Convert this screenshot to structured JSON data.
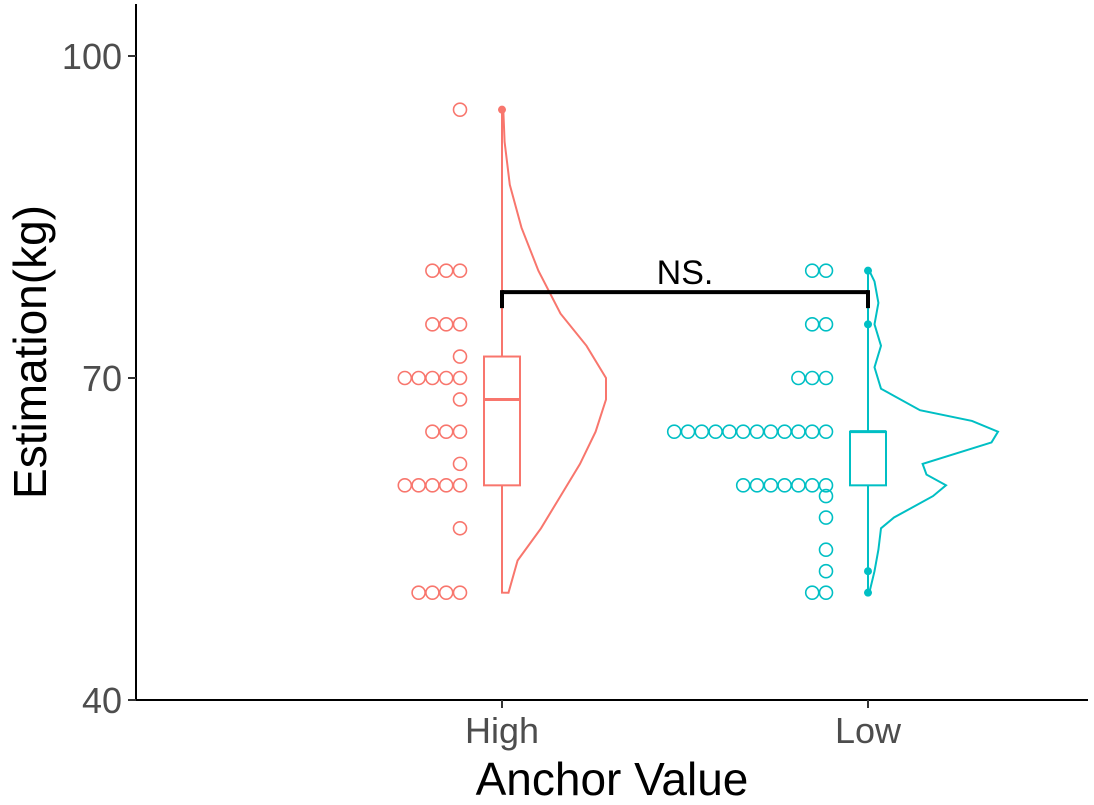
{
  "chart_data": {
    "type": "raincloud",
    "xlabel": "Anchor Value",
    "ylabel": "Estimation(kg)",
    "ylim": [
      40,
      100
    ],
    "yticks": [
      40,
      70,
      100
    ],
    "grid": false,
    "categories": [
      "High",
      "Low"
    ],
    "colors": {
      "High": "#F8766D",
      "Low": "#00BFC4",
      "axis": "#000000",
      "text": "#4d4d4d"
    },
    "groups": [
      {
        "name": "High",
        "dots": [
          {
            "y": 95,
            "n": 1
          },
          {
            "y": 80,
            "n": 3
          },
          {
            "y": 75,
            "n": 3
          },
          {
            "y": 72,
            "n": 1
          },
          {
            "y": 70,
            "n": 5
          },
          {
            "y": 68,
            "n": 1
          },
          {
            "y": 65,
            "n": 3
          },
          {
            "y": 62,
            "n": 1
          },
          {
            "y": 60,
            "n": 5
          },
          {
            "y": 56,
            "n": 1
          },
          {
            "y": 50,
            "n": 4
          }
        ],
        "box": {
          "min": 50,
          "q1": 60,
          "median": 68,
          "q3": 72,
          "max": 95
        },
        "outliers": [
          95
        ],
        "density": [
          [
            50,
            0.05
          ],
          [
            53,
            0.12
          ],
          [
            56,
            0.3
          ],
          [
            59,
            0.45
          ],
          [
            62,
            0.6
          ],
          [
            65,
            0.72
          ],
          [
            68,
            0.8
          ],
          [
            70,
            0.8
          ],
          [
            73,
            0.65
          ],
          [
            76,
            0.45
          ],
          [
            80,
            0.28
          ],
          [
            84,
            0.15
          ],
          [
            88,
            0.06
          ],
          [
            92,
            0.02
          ],
          [
            95,
            0.01
          ]
        ]
      },
      {
        "name": "Low",
        "dots": [
          {
            "y": 80,
            "n": 2
          },
          {
            "y": 75,
            "n": 2
          },
          {
            "y": 70,
            "n": 3
          },
          {
            "y": 65,
            "n": 12
          },
          {
            "y": 60,
            "n": 7
          },
          {
            "y": 59,
            "n": 1
          },
          {
            "y": 57,
            "n": 1
          },
          {
            "y": 54,
            "n": 1
          },
          {
            "y": 52,
            "n": 1
          },
          {
            "y": 50,
            "n": 2
          }
        ],
        "box": {
          "min": 60,
          "q1": 60,
          "median": 65,
          "q3": 65,
          "max": 65
        },
        "outliers": [
          80,
          75,
          52,
          50
        ],
        "density": [
          [
            50,
            0.01
          ],
          [
            52,
            0.05
          ],
          [
            54,
            0.08
          ],
          [
            56,
            0.1
          ],
          [
            57,
            0.2
          ],
          [
            59,
            0.5
          ],
          [
            60,
            0.6
          ],
          [
            61,
            0.45
          ],
          [
            62,
            0.42
          ],
          [
            64,
            0.95
          ],
          [
            65,
            1.0
          ],
          [
            66,
            0.8
          ],
          [
            67,
            0.4
          ],
          [
            69,
            0.1
          ],
          [
            71,
            0.05
          ],
          [
            73,
            0.1
          ],
          [
            75,
            0.05
          ],
          [
            77,
            0.08
          ],
          [
            79,
            0.05
          ],
          [
            80,
            0.01
          ]
        ]
      }
    ],
    "annotation": {
      "label": "NS.",
      "y": 78
    }
  }
}
